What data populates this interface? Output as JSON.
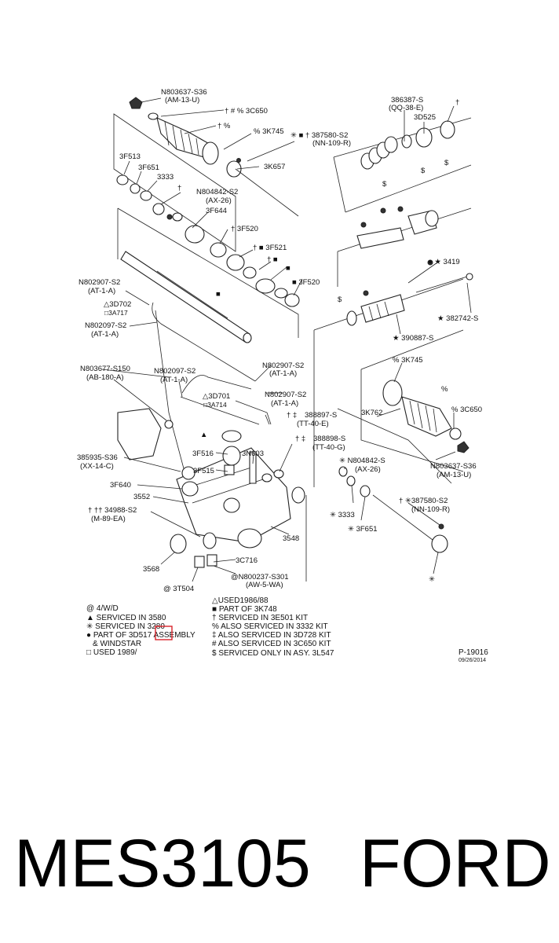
{
  "diagram": {
    "labels": {
      "n803637_s36_top": "N803637-S36",
      "am_13_u_top": "(AM-13-U)",
      "c3c650_top": "† # % 3C650",
      "dagger_pct": "† %",
      "p3k745_top": "% 3K745",
      "n387580_top": "✳ ■ † 387580-S2",
      "nn_109_r_top": "(NN-109-R)",
      "n386387": "386387-S",
      "qq_38_e": "(QQ-38-E)",
      "p3d525": "3D525",
      "p3f513": "3F513",
      "p3f651_top": "3F651",
      "p3333_top": "3333",
      "p3k657": "3K657",
      "n804842_top": "N804842-S2",
      "ax_26_top": "(AX-26)",
      "p3f644": "3F644",
      "p3f520_a": "† 3F520",
      "p3f521": "† ■ 3F521",
      "p3f520_b": "■ 3F520",
      "p3419": "● ★ 3419",
      "n802907_a": "N802907-S2",
      "at_1_a_a": "(AT-1-A)",
      "p3d702": "△3D702",
      "p3a717": "□3A717",
      "n802097_a": "N802097-S2",
      "at_1_a_b": "(AT-1-A)",
      "n382742": "★ 382742-S",
      "n390887": "★ 390887-S",
      "n803677": "N803677-S150",
      "ab_180_a": "(AB-180-A)",
      "n802097_b": "N802097-S2",
      "at_1_a_c": "(AT-1-A)",
      "n802907_b": "N802907-S2",
      "at_1_a_d": "(AT-1-A)",
      "p3d701": "△3D701",
      "p3a714": "□3A714",
      "n802907_c": "N802907-S2",
      "at_1_a_e": "(AT-1-A)",
      "p3k745_r": "% 3K745",
      "p3k762": "3K762",
      "p3c650_r": "% 3C650",
      "n388897": "388897-S",
      "tt_40_e": "(TT-40-E)",
      "n388898": "388898-S",
      "tt_40_g": "(TT-40-G)",
      "n385935": "385935-S36",
      "xx_14_c": "(XX-14-C)",
      "p3f516": "3F516",
      "p3n603": "3N603",
      "p3f515": "3F515",
      "n803637_r": "N803637-S36",
      "am_13_u_r": "(AM-13-U)",
      "n804842_r": "✳ N804842-S",
      "ax_26_r": "(AX-26)",
      "p3f640": "3F640",
      "p3552": "3552",
      "n34988": "† †† 34988-S2",
      "m_89_ea": "(M-89-EA)",
      "p3333_r": "✳ 3333",
      "p3f651_r": "✳ 3F651",
      "n387580_r": "† ✳387580-S2",
      "nn_109_r_r": "(NN-109-R)",
      "p3548": "3548",
      "p3c716": "3C716",
      "p3568": "3568",
      "p3t504": "@ 3T504",
      "n800237": "@N800237-S301",
      "aw_5_wa": "(AW-5-WA)"
    },
    "legend_left": [
      "@ 4/W/D",
      "▲ SERVICED IN 3580",
      "✳ SERVICED IN 3280",
      "● PART OF 3D517 ASSEMBLY",
      "& WINDSTAR",
      "□ USED 1989/"
    ],
    "legend_right": [
      "△USED1986/88",
      "■ PART OF 3K748",
      "† SERVICED IN 3E501 KIT",
      "% ALSO SERVICED IN 3332 KIT",
      "‡ ALSO SERVICED IN 3D728 KIT",
      "# ALSO SERVICED IN 3C650 KIT",
      "$ SERVICED ONLY IN ASY. 3L547"
    ],
    "figure_ref": "P-19016",
    "figure_date": "09/26/2014"
  },
  "caption": {
    "part_number": "MES3105",
    "brand": "FORD"
  },
  "colors": {
    "line": "#222222",
    "highlight": "#d9232a",
    "background": "#ffffff"
  }
}
